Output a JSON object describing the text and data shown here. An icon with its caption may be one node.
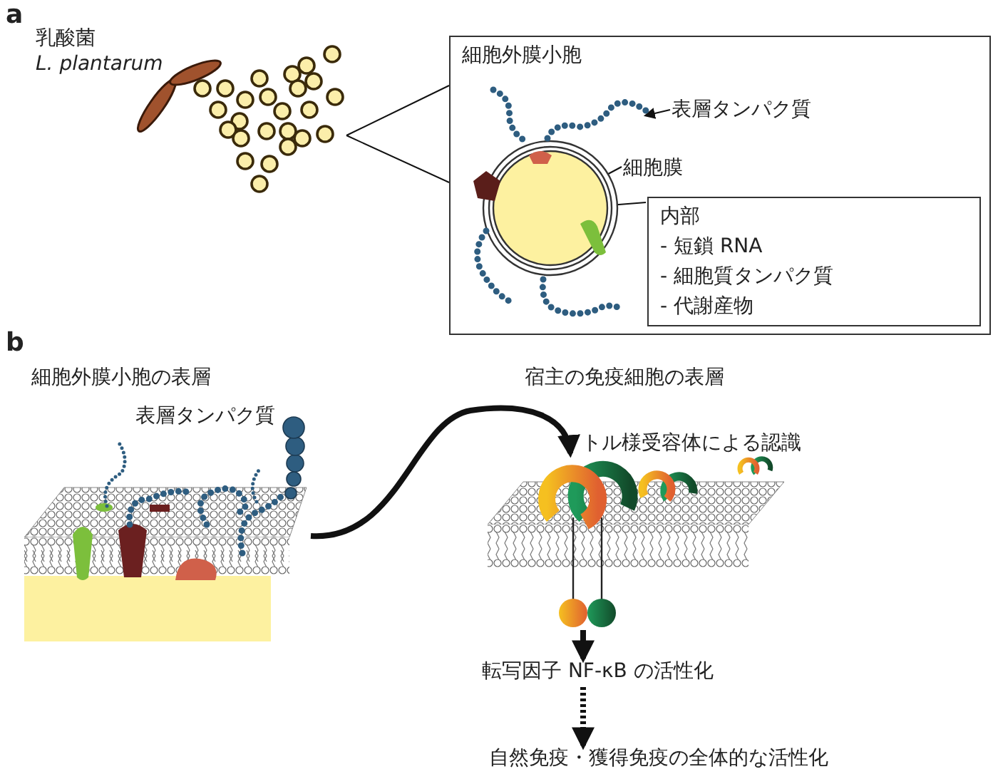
{
  "diagram": {
    "nodes": [
      {
        "text": [
          "細胞外膜小胞"
        ]
      },
      {
        "text": [],
        "shape": "picture"
      },
      {
        "text": [
          "表層タンパク質"
        ],
        "in": 0
      },
      {
        "text": [
          "細胞膜"
        ],
        "in": 0
      },
      {
        "text": [
          "内部",
          "- 短鎖 RNA",
          "- 細胞質タンパク質",
          "- 代謝産物"
        ],
        "in": 0
      },
      {
        "text": [],
        "shape": "picture"
      },
      {
        "text": [],
        "shape": "picture"
      },
      {
        "text": [
          "転写因子 NF-κB の活性化"
        ]
      },
      {
        "text": [
          "自然免疫・獲得免疫の全体的な活性化"
        ]
      },
      {
        "text": [],
        "shape": "picture",
        "in": 0
      }
    ],
    "edges": [
      {
        "from": 1,
        "to": 0,
        "arrow": "none"
      },
      {
        "from": 2,
        "to": 9,
        "arrow": "to"
      },
      {
        "from": 3,
        "to": 9,
        "arrow": "to"
      },
      {
        "from": 4,
        "to": 9,
        "arrow": "to"
      },
      {
        "from": 5,
        "to": 6,
        "arrow": "to",
        "style": "thick"
      },
      {
        "from": 6,
        "to": 7,
        "arrow": "to",
        "style": "thick"
      },
      {
        "from": 7,
        "to": 8,
        "arrow": "to",
        "style": "dashed"
      }
    ],
    "labels": [
      "a",
      "乳酸菌",
      "L. plantarum",
      "b",
      "細胞外膜小胞の表層",
      "宿主の免疫細胞の表層",
      "表層タンパク質",
      "トル様受容体による認識"
    ]
  }
}
